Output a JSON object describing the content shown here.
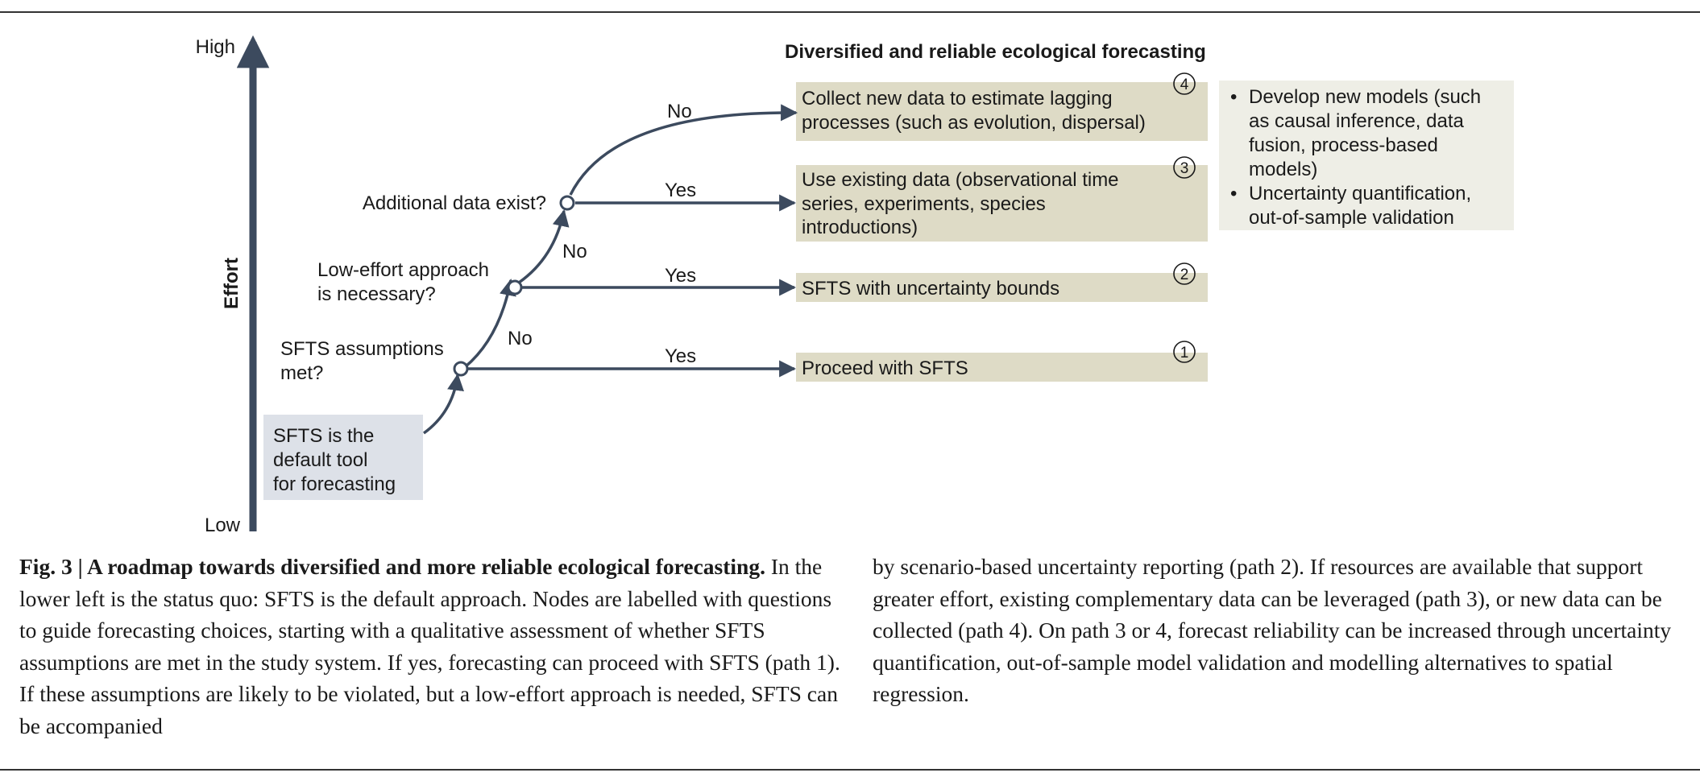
{
  "diagram": {
    "title": "Diversified and reliable ecological forecasting",
    "axis": {
      "label": "Effort",
      "high": "High",
      "low": "Low"
    },
    "start_box": {
      "lines": [
        "SFTS is the",
        "default tool",
        "for forecasting"
      ]
    },
    "nodes": [
      {
        "lines": [
          "SFTS assumptions",
          "met?"
        ]
      },
      {
        "lines": [
          "Low-effort approach",
          "is necessary?"
        ]
      },
      {
        "lines": [
          "Additional data exist?"
        ]
      }
    ],
    "edges": {
      "yes1": "Yes",
      "no1": "No",
      "yes2": "Yes",
      "no2": "No",
      "yes3": "Yes",
      "no3": "No"
    },
    "outcomes": [
      {
        "number": "1",
        "lines": [
          "Proceed with SFTS"
        ]
      },
      {
        "number": "2",
        "lines": [
          "SFTS with uncertainty bounds"
        ]
      },
      {
        "number": "3",
        "lines": [
          "Use existing data (observational time",
          "series, experiments, species",
          "introductions)"
        ]
      },
      {
        "number": "4",
        "lines": [
          "Collect new data to estimate lagging",
          "processes (such as evolution, dispersal)"
        ]
      }
    ],
    "bullets": [
      "Develop new models (such as causal inference, data fusion, process-based models)",
      "Uncertainty quantification, out-of-sample validation"
    ],
    "colors": {
      "arrow": "#3c4a5e",
      "outcome_fill": "#dedbc6",
      "start_fill": "#dde1e8",
      "bullet_fill": "#eeeee6"
    }
  },
  "caption": {
    "label": "Fig. 3 | A roadmap towards diversified and more reliable ecological forecasting.",
    "left_text": " In the lower left is the status quo: SFTS is the default approach. Nodes are labelled with questions to guide forecasting choices, starting with a qualitative assessment of whether SFTS assumptions are met in the study system. If yes, forecasting can proceed with SFTS (path 1). If these assumptions are likely to be violated, but a low-effort approach is needed, SFTS can be accompanied",
    "right_text": "by scenario-based uncertainty reporting (path 2). If resources are available that support greater effort, existing complementary data can be leveraged (path 3), or new data can be collected (path 4). On path 3 or 4, forecast reliability can be increased through uncertainty quantification, out-of-sample model validation and modelling alternatives to spatial regression."
  }
}
